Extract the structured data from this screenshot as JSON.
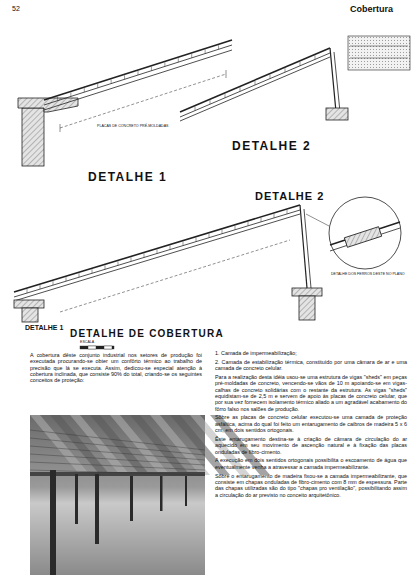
{
  "diagram": {
    "title": "Cobertura",
    "labels": [
      "52",
      "DETALHE 1",
      "DETALHE 2",
      "PLACAS DE CONCRETO PRÉ-MOLDADAS",
      "DETALHE 1",
      "DETALHE 2",
      "DETALHE DOS FERROS DESTE NO PLANO",
      "DETALHE DE COBERTURA",
      "ESCALA",
      "A cobertura dêste conjunto industrial nos setores de produção foi executada procurando-se obter um confôrto térmico ao trabalho de precisão que lá se executa. Assim, dedicou-se especial atenção à cobertura inclinada, que consiste 90% do total, criando-se os seguintes conceitos de proteção:",
      "1. Camada de impermeabilização;",
      "2. Camada de estabilização térmica, constituído por uma câmara de ar e uma camada de concreto celular.",
      "Para a realização desta idéia usou-se uma estrutura de vigas \"sheds\" em peças pré-moldadas de concreto, vencendo-se vãos de 10 m apoiando-se em vigas-calhas de concreto solidárias com o restante da estrutura. As vigas \"sheds\" equidistam-se de 2,5 m e servem de apoio às placas de concreto celular, que por sua vez fornecem isolamento térmico aliado a um agradável acabamento do fôrro falso nos salões de produção.",
      "Sôbre as placas de concreto celular executou-se uma camada de proteção asfáltica, acima do qual foi feito um entarugamento de caibros de madeira 5 x 6 cm, em dois sentidos ortogonais.",
      "Êste entarugamento destina-se à criação de câmara de circulação do ar aquecido em seu movimento de ascenção natural e à fixação das placas onduladas de fibro-cimento.",
      "A execução em dois sentidos ortogonais possibilita o escoamento de água que eventualmente venha a atravessar a camada impermeabilizante.",
      "Sôbre o entarugamento de madeira fixou-se a camada impermeabilizante, que consiste em chapas onduladas de fibro-cimento com 8 mm de espessura. Parte das chapas utilizadas são do tipo \"chapas pro ventilação\", possibilitando assim a circulação do ar previsto no conceito arquitetônico."
    ]
  }
}
